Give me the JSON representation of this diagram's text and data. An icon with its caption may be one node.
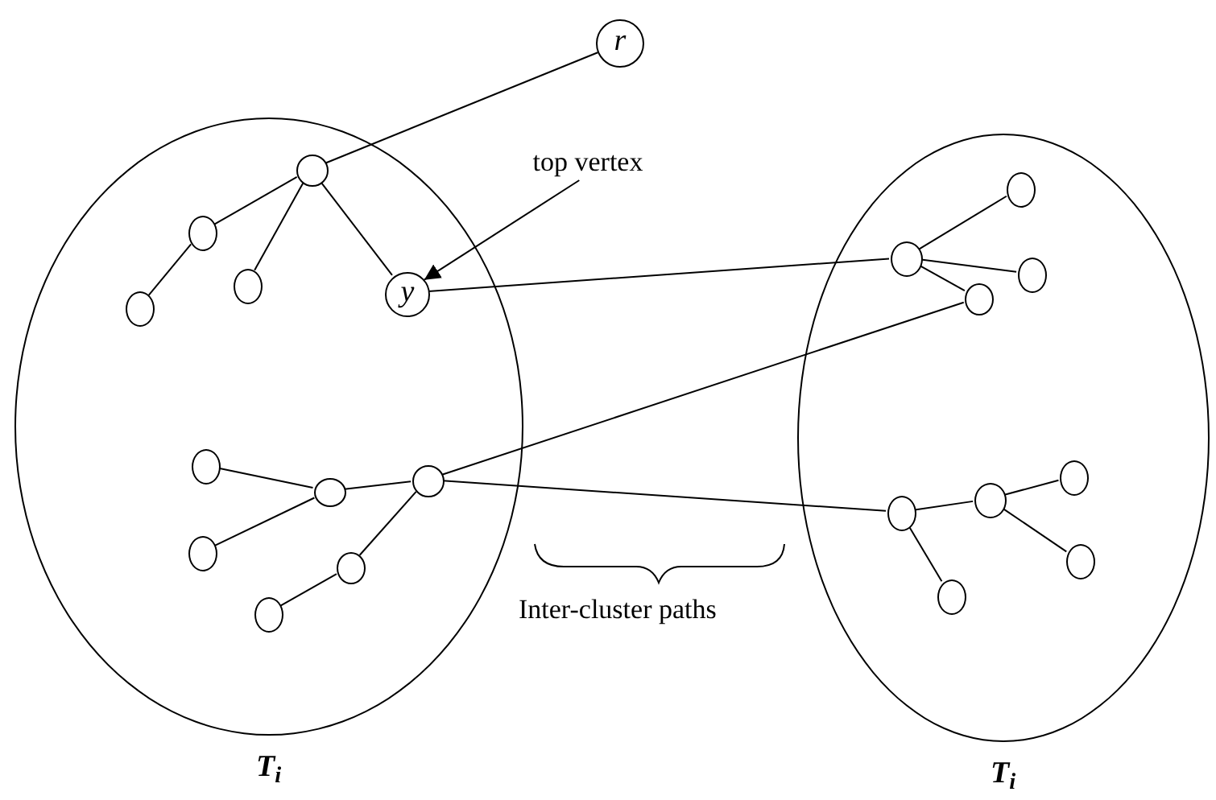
{
  "diagram": {
    "nodes": [
      {
        "text": [],
        "shape": "ellipse",
        "beside": [
          "T$_{i}$"
        ]
      },
      {
        "text": [],
        "shape": "ellipse",
        "beside": [
          "T$_{i}$"
        ]
      },
      {
        "text": [
          "r"
        ]
      },
      {
        "text": [],
        "shape": "circle",
        "in": 0
      },
      {
        "text": [],
        "shape": "circle",
        "in": 0
      },
      {
        "text": [],
        "shape": "circle",
        "in": 0
      },
      {
        "text": [],
        "shape": "circle",
        "in": 0
      },
      {
        "text": [
          "y"
        ],
        "in": 0
      },
      {
        "text": [],
        "shape": "circle",
        "in": 0
      },
      {
        "text": [],
        "shape": "circle",
        "in": 0
      },
      {
        "text": [],
        "shape": "circle",
        "in": 0
      },
      {
        "text": [],
        "shape": "circle",
        "in": 0
      },
      {
        "text": [],
        "shape": "circle",
        "in": 0
      },
      {
        "text": [],
        "shape": "circle",
        "in": 0
      },
      {
        "text": [],
        "shape": "circle",
        "in": 1
      },
      {
        "text": [],
        "shape": "circle",
        "in": 1
      },
      {
        "text": [],
        "shape": "circle",
        "in": 1
      },
      {
        "text": [],
        "shape": "circle",
        "in": 1
      },
      {
        "text": [],
        "shape": "circle",
        "in": 1
      },
      {
        "text": [],
        "shape": "circle",
        "in": 1
      },
      {
        "text": [],
        "shape": "circle",
        "in": 1
      },
      {
        "text": [],
        "shape": "circle",
        "in": 1
      },
      {
        "text": [],
        "shape": "circle",
        "in": 1
      },
      {
        "text": [
          "top vertex"
        ]
      }
    ],
    "edges": [
      {
        "from": 2,
        "to": 3,
        "arrow": "none"
      },
      {
        "from": 3,
        "to": 4,
        "arrow": "none"
      },
      {
        "from": 4,
        "to": 5,
        "arrow": "none"
      },
      {
        "from": 3,
        "to": 6,
        "arrow": "none"
      },
      {
        "from": 3,
        "to": 7,
        "arrow": "none"
      },
      {
        "from": 7,
        "to": 15,
        "arrow": "none"
      },
      {
        "from": 15,
        "to": 14,
        "arrow": "none"
      },
      {
        "from": 15,
        "to": 16,
        "arrow": "none"
      },
      {
        "from": 15,
        "to": 17,
        "arrow": "none"
      },
      {
        "from": 17,
        "to": 10,
        "arrow": "none"
      },
      {
        "from": 10,
        "to": 9,
        "arrow": "none"
      },
      {
        "from": 9,
        "to": 8,
        "arrow": "none"
      },
      {
        "from": 9,
        "to": 11,
        "arrow": "none"
      },
      {
        "from": 10,
        "to": 12,
        "arrow": "none"
      },
      {
        "from": 12,
        "to": 13,
        "arrow": "none"
      },
      {
        "from": 10,
        "to": 18,
        "arrow": "none"
      },
      {
        "from": 18,
        "to": 19,
        "arrow": "none"
      },
      {
        "from": 19,
        "to": 20,
        "arrow": "none"
      },
      {
        "from": 19,
        "to": 21,
        "arrow": "none"
      },
      {
        "from": 18,
        "to": 22,
        "arrow": "none"
      },
      {
        "from": 23,
        "to": 7,
        "arrow": "to"
      }
    ],
    "labels": [
      "Inter-cluster paths"
    ]
  }
}
